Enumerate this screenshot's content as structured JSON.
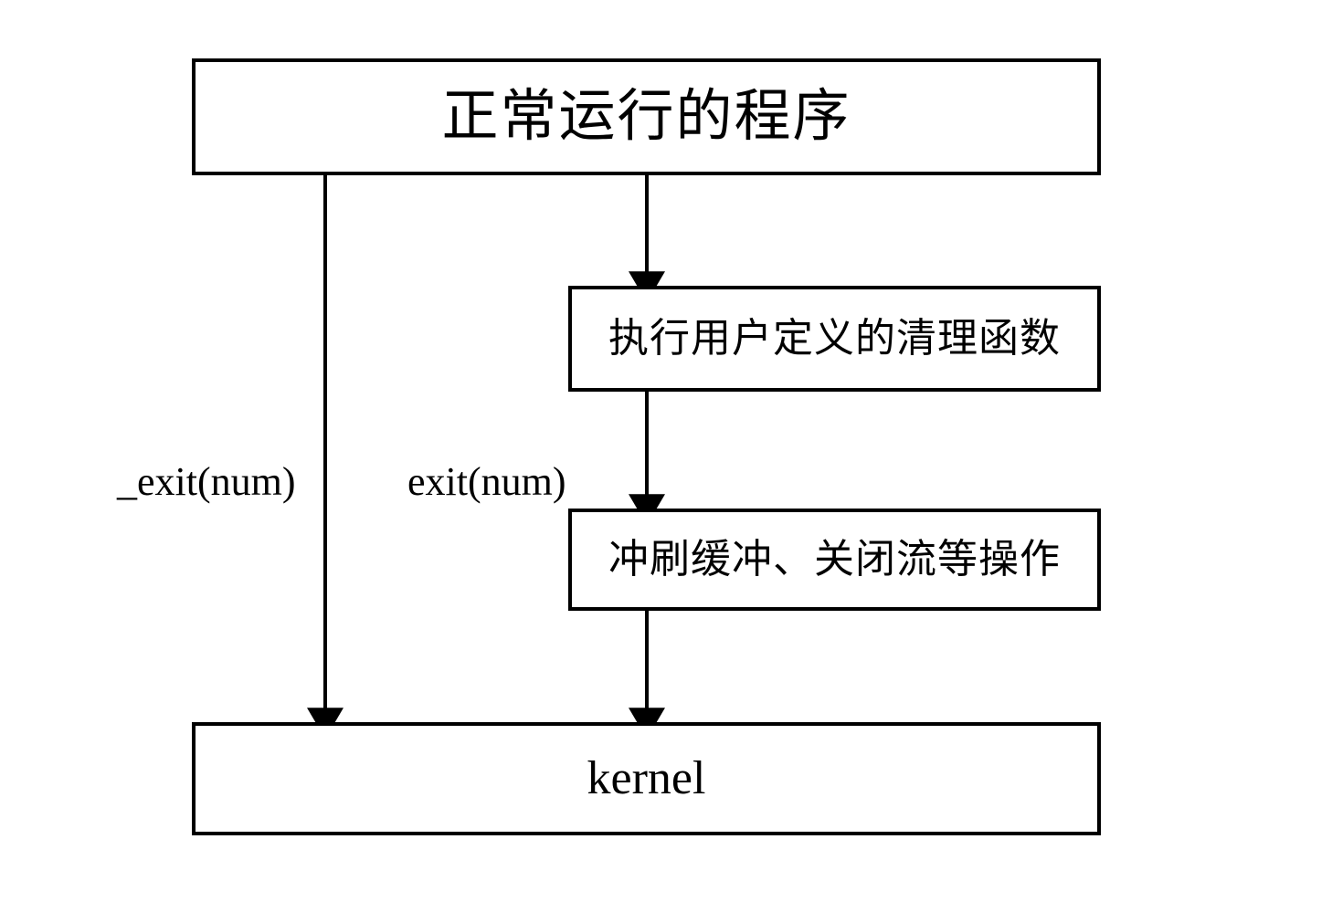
{
  "diagram": {
    "title_text": "正常运行的程序",
    "background_color": "#ffffff",
    "stroke_color": "#000000",
    "nodes": [
      {
        "id": "program",
        "label": "正常运行的程序"
      },
      {
        "id": "cleanup",
        "label": "执行用户定义的清理函数"
      },
      {
        "id": "flush",
        "label": "冲刷缓冲、关闭流等操作"
      },
      {
        "id": "kernel",
        "label": "kernel"
      }
    ],
    "edges": [
      {
        "id": "program-to-kernel",
        "from": "program",
        "to": "kernel",
        "label": "_exit(num)"
      },
      {
        "id": "program-to-cleanup",
        "from": "program",
        "to": "cleanup",
        "label": "exit(num)"
      },
      {
        "id": "cleanup-to-flush",
        "from": "cleanup",
        "to": "flush",
        "label": ""
      },
      {
        "id": "flush-to-kernel",
        "from": "flush",
        "to": "kernel",
        "label": ""
      }
    ],
    "edge_labels": {
      "exit_underscore": "_exit(num)",
      "exit": "exit(num)"
    }
  }
}
